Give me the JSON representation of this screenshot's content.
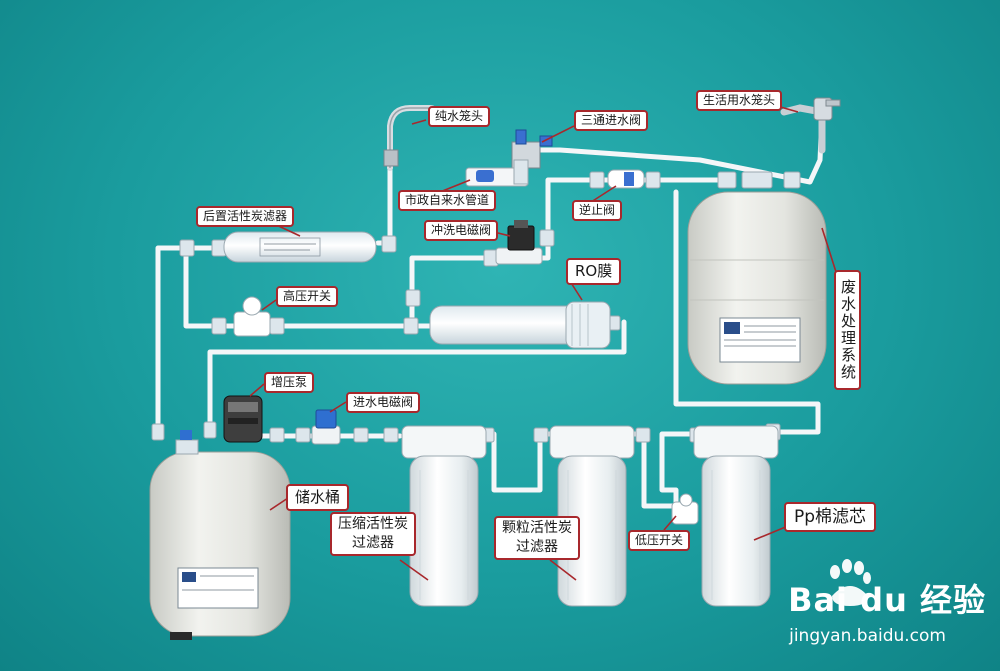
{
  "colors": {
    "background": "#1a9c9e",
    "pipe": "#f4f6f8",
    "label_border": "#a8282c",
    "leader": "#a8282c",
    "tank": "#e6e7e2",
    "accent_blue": "#2f6fd0"
  },
  "labels": {
    "pure_faucet": "纯水笼头",
    "three_way_valve": "三通进水阀",
    "domestic_faucet": "生活用水笼头",
    "city_pipe": "市政自来水管道",
    "check_valve": "逆止阀",
    "post_carbon_filter": "后置活性炭滤器",
    "flush_solenoid": "冲洗电磁阀",
    "ro_membrane": "RO膜",
    "high_pressure_switch": "高压开关",
    "waste_system": "废水处理系统",
    "booster_pump": "增压泵",
    "inlet_solenoid": "进水电磁阀",
    "storage_tank": "储水桶",
    "compressed_carbon_filter": "压缩活性炭过滤器",
    "granular_carbon_filter": "颗粒活性炭过滤器",
    "low_pressure_switch": "低压开关",
    "pp_filter": "Pp棉滤芯"
  },
  "icons": {
    "watermark_logo": "baidu-paw-icon"
  },
  "watermark": {
    "brand": "Bai du 经验",
    "url": "jingyan.baidu.com"
  }
}
